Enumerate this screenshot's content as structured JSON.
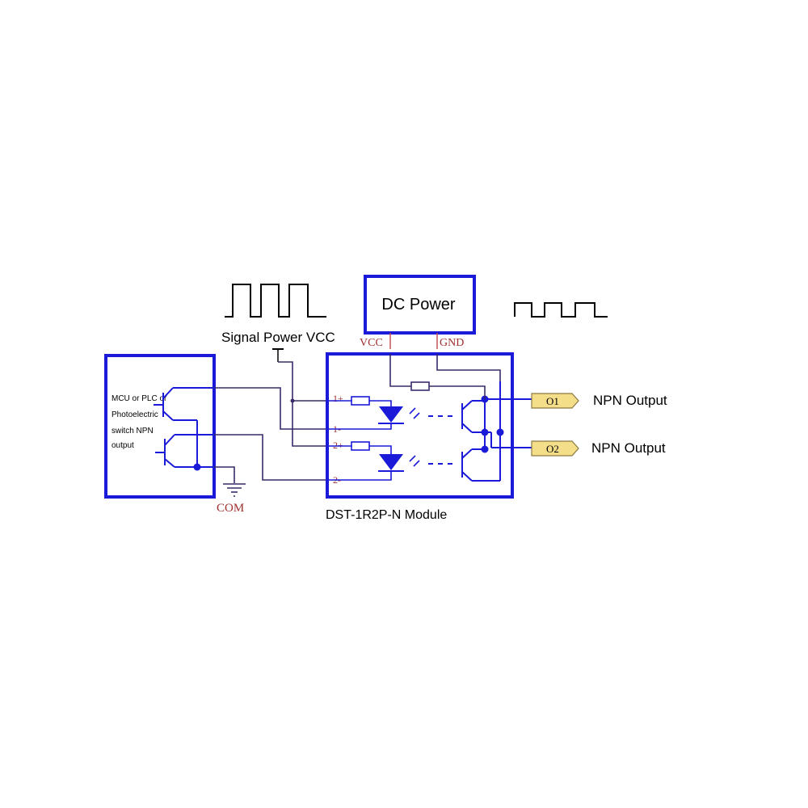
{
  "power": {
    "label": "DC Power",
    "vcc": "VCC",
    "gnd": "GND"
  },
  "signal": {
    "label": "Signal Power VCC"
  },
  "source": {
    "lines": [
      "MCU or PLC or",
      "Photoelectric",
      "switch NPN",
      "output"
    ]
  },
  "module": {
    "label": "DST-1R2P-N Module",
    "pins": [
      "1+",
      "1-",
      "2+",
      "2-"
    ]
  },
  "outputs": [
    {
      "tag": "O1",
      "label": "NPN Output"
    },
    {
      "tag": "O2",
      "label": "NPN Output"
    }
  ],
  "common": {
    "label": "COM"
  },
  "colors": {
    "box": "#1a1ad8",
    "tag_fill": "#f4de8a",
    "power_wire": "#c04848"
  }
}
